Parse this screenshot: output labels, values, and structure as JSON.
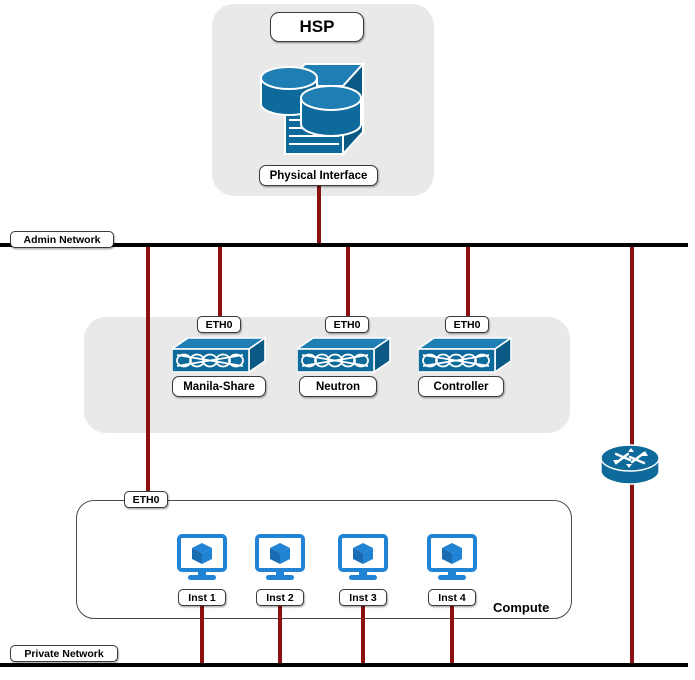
{
  "diagram": {
    "title_node": {
      "label": "HSP",
      "icon": "storage-server-icon"
    },
    "physical_interface": {
      "label": "Physical Interface"
    },
    "networks": [
      {
        "name": "admin",
        "label": "Admin Network"
      },
      {
        "name": "private",
        "label": "Private Network"
      }
    ],
    "services": [
      {
        "id": "manila-share",
        "label": "Manila-Share",
        "nic": "ETH0",
        "icon": "switch-icon"
      },
      {
        "id": "neutron",
        "label": "Neutron",
        "nic": "ETH0",
        "icon": "switch-icon"
      },
      {
        "id": "controller",
        "label": "Controller",
        "nic": "ETH0",
        "icon": "switch-icon"
      }
    ],
    "compute": {
      "label": "Compute",
      "nic": "ETH0",
      "instances": [
        {
          "id": "inst-1",
          "label": "Inst 1",
          "icon": "instance-monitor-icon"
        },
        {
          "id": "inst-2",
          "label": "Inst 2",
          "icon": "instance-monitor-icon"
        },
        {
          "id": "inst-3",
          "label": "Inst 3",
          "icon": "instance-monitor-icon"
        },
        {
          "id": "inst-4",
          "label": "Inst 4",
          "icon": "instance-monitor-icon"
        }
      ]
    },
    "router": {
      "id": "router",
      "icon": "router-icon"
    },
    "colors": {
      "link": "#8c1111",
      "bus": "#000000",
      "panel": "#e9e9e9",
      "device_blue": "#0d6a9b",
      "device_blue_light": "#1f7fb4",
      "instance_blue": "#2083d4",
      "background": "#ffffff"
    }
  }
}
